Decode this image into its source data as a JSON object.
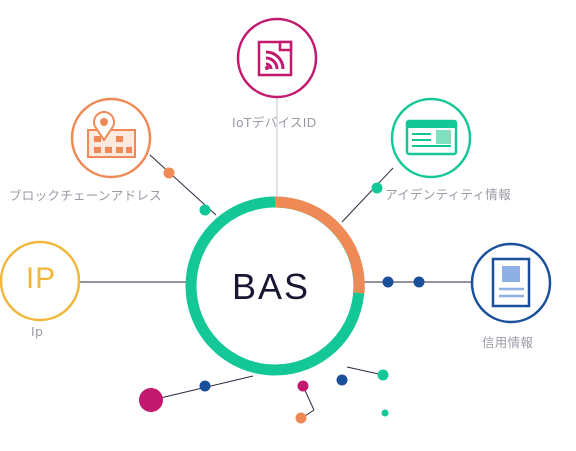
{
  "center": {
    "label": "BAS"
  },
  "nodes": [
    {
      "id": "iot",
      "label": "IoTデバイスID",
      "icon": "wifi-device-icon",
      "color": "#c2186d"
    },
    {
      "id": "blockchain",
      "label": "ブロックチェーンアドレス",
      "icon": "map-pin-building-icon",
      "color": "#ef8a56"
    },
    {
      "id": "identity",
      "label": "アイデンティティ情報",
      "icon": "id-card-icon",
      "color": "#14c796"
    },
    {
      "id": "ip",
      "label": "Ip",
      "glyph": "IP",
      "icon": "ip-icon",
      "color": "#f2b63a"
    },
    {
      "id": "credit",
      "label": "信用情報",
      "icon": "document-icon",
      "color": "#1a4f9c"
    }
  ],
  "colors": {
    "ring": "#14c796",
    "ring_arc": "#ef8a56",
    "line": "#2a2a40",
    "accent_magenta": "#c2186d",
    "accent_blue": "#1a4f9c",
    "accent_green": "#14c796",
    "accent_orange": "#ef8a56"
  }
}
